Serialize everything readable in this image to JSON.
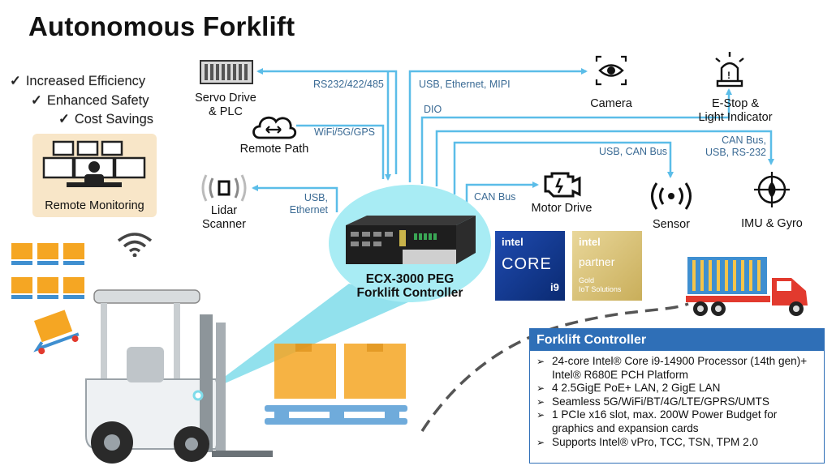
{
  "title": "Autonomous Forklift",
  "benefits": [
    {
      "check": "✓",
      "label": "Increased Efficiency"
    },
    {
      "check": "✓",
      "label": "Enhanced Safety"
    },
    {
      "check": "✓",
      "label": "Cost Savings"
    }
  ],
  "remote_monitoring": "Remote Monitoring",
  "devices": {
    "servo": [
      "Servo Drive",
      "& PLC"
    ],
    "remote_path": "Remote Path",
    "lidar": [
      "Lidar",
      "Scanner"
    ],
    "camera": "Camera",
    "estop": [
      "E-Stop &",
      "Light Indicator"
    ],
    "motor": "Motor Drive",
    "sensor": "Sensor",
    "imu": "IMU & Gyro"
  },
  "connections": {
    "rs232": "RS232/422/485",
    "wifi": "WiFi/5G/GPS",
    "lidar_conn": [
      "USB,",
      "Ethernet"
    ],
    "usb_eth_mipi": "USB, Ethernet, MIPI",
    "dio": "DIO",
    "can_bus_usb": [
      "CAN Bus,",
      "USB, RS-232"
    ],
    "usb_can": "USB, CAN Bus",
    "can_bus": "CAN Bus"
  },
  "controller": {
    "line1": "ECX-3000 PEG",
    "line2": "Forklift Controller"
  },
  "intel_core": {
    "brand": "intel",
    "product": "CORE",
    "tier": "i9"
  },
  "intel_partner": {
    "brand": "intel",
    "line1": "partner",
    "line2": "Gold",
    "line3": "IoT Solutions"
  },
  "spec": {
    "header": "Forklift Controller",
    "items": [
      "24-core Intel® Core i9-14900 Processor (14th gen)+ Intel® R680E PCH Platform",
      "4 2.5GigE PoE+ LAN, 2 GigE LAN",
      "Seamless 5G/WiFi/BT/4G/LTE/GPRS/UMTS",
      "1 PCIe x16 slot, max. 200W Power Budget for graphics and expansion cards",
      "Supports Intel® vPro, TCC, TSN, TPM 2.0"
    ]
  },
  "colors": {
    "line": "#5bbde8",
    "connector_text": "#3a6a94",
    "spec_header": "#2f6fb7",
    "ellipse": "#a8ecf4",
    "box_orange": "#f5a623",
    "truck_red": "#e23a2e",
    "container_blue": "#3f8fd0"
  }
}
